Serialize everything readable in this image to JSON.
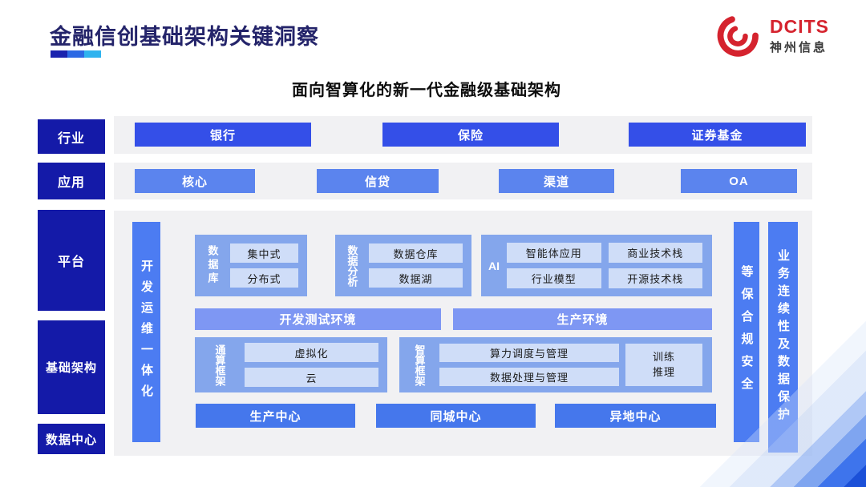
{
  "page": {
    "title": "金融信创基础架构关键洞察",
    "subtitle": "面向智算化的新一代金融级基础架构"
  },
  "logo": {
    "brand": "DCITS",
    "company": "神州信息",
    "icon": "red-swirl-icon"
  },
  "layers": {
    "labels": [
      "行业",
      "应用",
      "平台",
      "基础架构",
      "数据中心"
    ]
  },
  "industry": {
    "items": [
      "银行",
      "保险",
      "证券基金"
    ]
  },
  "application": {
    "items": [
      "核心",
      "信贷",
      "渠道",
      "OA"
    ]
  },
  "platform": {
    "devops_bar": "开发运维一体化",
    "database": {
      "label": "数据库",
      "items": [
        "集中式",
        "分布式"
      ]
    },
    "analytics": {
      "label": "数据分析",
      "items": [
        "数据仓库",
        "数据湖"
      ]
    },
    "ai": {
      "label": "AI",
      "items": [
        "智能体应用",
        "商业技术栈",
        "行业模型",
        "开源技术栈"
      ]
    },
    "environments": [
      "开发测试环境",
      "生产环境"
    ]
  },
  "infrastructure": {
    "general_compute": {
      "label": "通算框架",
      "items": [
        "虚拟化",
        "云"
      ]
    },
    "intelligent_compute": {
      "label": "智算框架",
      "items": [
        "算力调度与管理",
        "数据处理与管理"
      ],
      "side_item": "训练\n推理"
    }
  },
  "datacenters": {
    "items": [
      "生产中心",
      "同城中心",
      "异地中心"
    ]
  },
  "side_bars": {
    "security": "等保合规安全",
    "continuity": "业务连续性及数据保护"
  },
  "colors": {
    "title_navy": "#24246a",
    "layer_label_bg": "#141aa8",
    "industry_bar": "#344fe8",
    "application_bar": "#5b84ee",
    "vertical_bar": "#4c7cf2",
    "group_bg": "#84a6ec",
    "chip_bg": "#cfddf8",
    "env_bar": "#7e97f3",
    "datacenter_bar": "#4577ec",
    "strip_bg": "#f1f1f3",
    "brand_red": "#d5232e",
    "underline_segments": [
      "#1a23ae",
      "#2c69e4",
      "#2fb3ef"
    ]
  }
}
